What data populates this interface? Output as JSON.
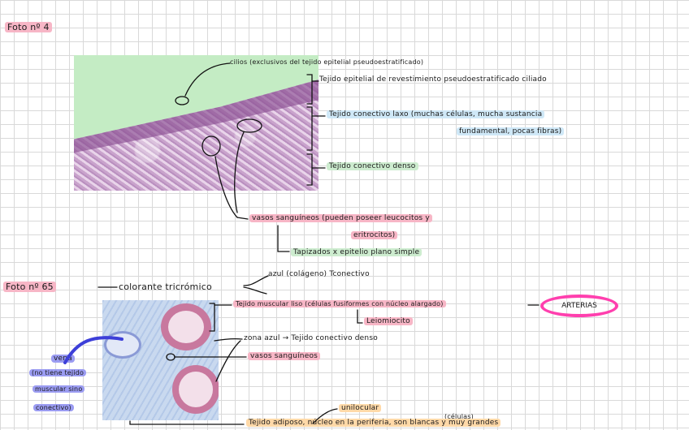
{
  "photo1": {
    "title": "Foto nº 4",
    "labels": {
      "cilios": "cilios (exclusivos del tejido epitelial pseudoestratificado)",
      "epitelial": "Tejido epitelial de revestimiento pseudoestratificado ciliado",
      "conectivo_laxo_1": "Tejido conectivo laxo (muchas células, mucha sustancia",
      "conectivo_laxo_2": "fundamental, pocas fibras)",
      "conectivo_denso": "Tejido conectivo denso",
      "vasos_1": "vasos sanguíneos (pueden poseer leucocitos y",
      "vasos_2": "eritrocitos)",
      "tapizados": "Tapizados x epitelio plano simple"
    }
  },
  "photo2": {
    "title": "Foto nº 65",
    "stain": "colorante tricrómico",
    "labels": {
      "azul": "azul (colágeno) Tconectivo",
      "muscular": "Tejido muscular liso (células fusiformes con núcleo alargado)",
      "arterias": "ARTERIAS",
      "leiomiocito": "Leiomiocito",
      "zona_azul": "zona azul → Tejido conectivo denso",
      "vasos": "vasos sanguíneos",
      "vena": "vena",
      "vena_nota_1": "(no tiene tejido",
      "vena_nota_2": "muscular sino",
      "vena_nota_3": "conectivo)",
      "unilocular": "unilocular",
      "celulas": "(células)",
      "adiposo": "Tejido adiposo, núcleo en la periferia, son blancas y muy grandes"
    }
  }
}
